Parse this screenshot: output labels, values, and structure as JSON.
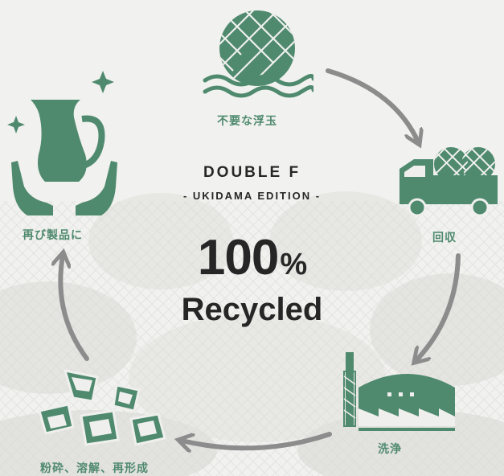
{
  "colors": {
    "accent": "#4f8a6e",
    "text": "#262626",
    "arrow": "#8c8c8c",
    "background": "#efefed"
  },
  "center": {
    "title": "DOUBLE F",
    "edition": "- UKIDAMA EDITION -",
    "percent_value": "100",
    "percent_sign": "%",
    "recycled": "Recycled"
  },
  "steps": [
    {
      "label": "不要な浮玉",
      "icon": "net-float-in-water-icon"
    },
    {
      "label": "回収",
      "icon": "collection-truck-icon"
    },
    {
      "label": "洗浄",
      "icon": "factory-icon"
    },
    {
      "label": "粉砕、溶解、再形成",
      "icon": "crushed-fragments-icon"
    },
    {
      "label": "再び製品に",
      "icon": "pitcher-in-hands-icon"
    }
  ]
}
